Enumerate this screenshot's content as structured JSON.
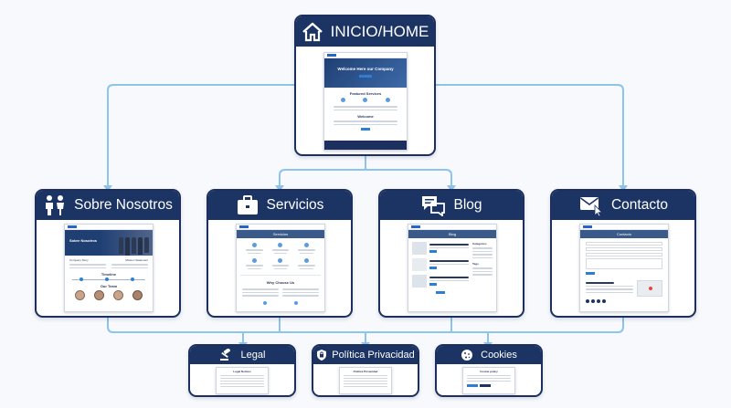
{
  "home": {
    "title": "INICIO/HOME",
    "hero_text": "Welcome Here our Company",
    "section_featured": "Featured Services",
    "section_welcome": "Welcome"
  },
  "sections": {
    "about": {
      "title": "Sobre Nosotros",
      "hero_text": "Sobre Nosotros",
      "col1": "Company Story",
      "col2": "Mission Statement",
      "timeline": "Timeline",
      "team": "Our Team"
    },
    "services": {
      "title": "Servicios",
      "strip": "Servicios",
      "why": "Why Choose Us"
    },
    "blog": {
      "title": "Blog",
      "strip": "Blog",
      "sidebar1": "Categories",
      "sidebar2": "Tags"
    },
    "contact": {
      "title": "Contacto",
      "strip": "Contacto"
    }
  },
  "legal": {
    "legal": {
      "title": "Legal",
      "doc_title": "Legal Notices"
    },
    "privacy": {
      "title": "Política Privacidad",
      "doc_title": "Politica Privacidad"
    },
    "cookies": {
      "title": "Cookies",
      "doc_title": "Cookie policy"
    }
  },
  "colors": {
    "header": "#1c3464",
    "connector": "#8cc4ea",
    "accent": "#2d7fd6"
  },
  "icons": {
    "home": "house-icon",
    "about": "people-icon",
    "services": "briefcase-icon",
    "blog": "chat-bubbles-icon",
    "contact": "envelope-cursor-icon",
    "legal": "gavel-icon",
    "privacy": "shield-lock-icon",
    "cookies": "cookie-icon"
  }
}
